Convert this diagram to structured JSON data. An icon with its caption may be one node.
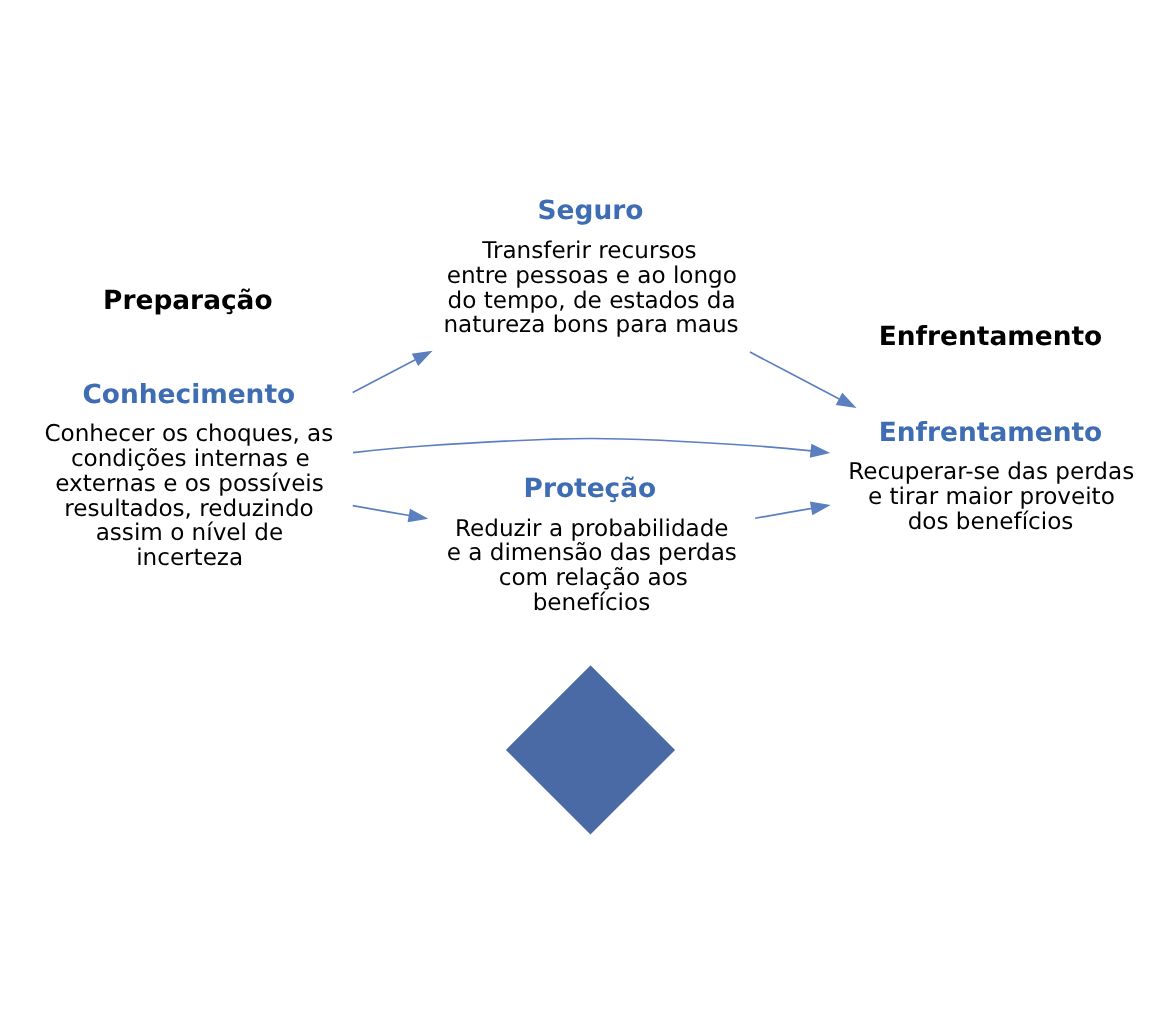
{
  "diagram": {
    "nodes": [
      {
        "text": [
          "Seguro",
          "Transferir recursos entre pessoas e ao longo do tempo, de estados da natureza bons para maus"
        ]
      },
      {
        "text": [
          "Conhecimento",
          "Conhecer os choques, as condições internas e externas e os possíveis resultados, reduzindo assim o nível de incerteza"
        ]
      },
      {
        "text": [
          "Enfrentamento",
          "Recuperar-se das perdas e tirar maior proveito dos benefícios"
        ]
      },
      {
        "text": [
          "Proteção",
          "Reduzir a probabilidade e a dimensão das perdas com relação aos benefícios"
        ]
      },
      {
        "text": [],
        "shape": "diamond"
      }
    ],
    "edges": [
      {
        "from": 1,
        "to": 0,
        "arrow": "to"
      },
      {
        "from": 1,
        "to": 2,
        "arrow": "to"
      },
      {
        "from": 1,
        "to": 3,
        "arrow": "to"
      },
      {
        "from": 0,
        "to": 2,
        "arrow": "to"
      },
      {
        "from": 3,
        "to": 2,
        "arrow": "to"
      }
    ],
    "labels": [
      "Preparação",
      "Enfrentamento"
    ]
  }
}
